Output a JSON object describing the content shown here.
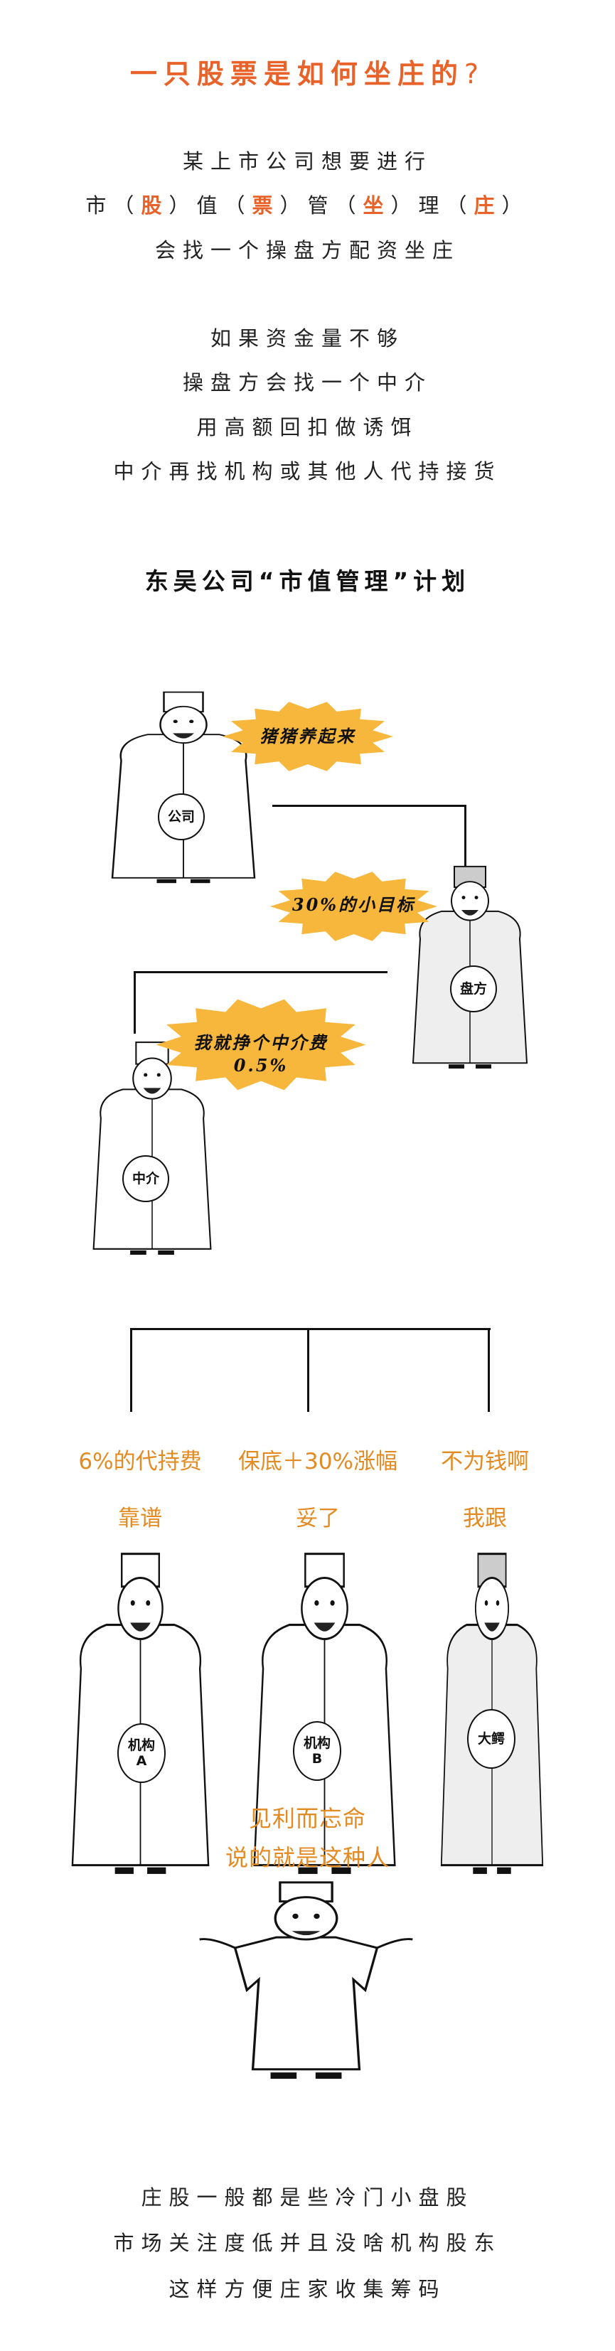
{
  "title": {
    "main": "一只股票是如何坐庄的",
    "mark": "?"
  },
  "intro": {
    "line1": "某上市公司想要进行",
    "line2": [
      {
        "text": "市（",
        "hl": false
      },
      {
        "text": "股",
        "hl": true
      },
      {
        "text": "）值（",
        "hl": false
      },
      {
        "text": "票",
        "hl": true
      },
      {
        "text": "）管（",
        "hl": false
      },
      {
        "text": "坐",
        "hl": true
      },
      {
        "text": "）理（",
        "hl": false
      },
      {
        "text": "庄",
        "hl": true
      },
      {
        "text": "）",
        "hl": false
      }
    ],
    "line3": "会找一个操盘方配资坐庄"
  },
  "para2": [
    "如果资金量不够",
    "操盘方会找一个中介",
    "用高额回扣做诱饵",
    "中介再找机构或其他人代持接货"
  ],
  "section_heading": "东吴公司“市值管理”计划",
  "chain": {
    "company": {
      "badge": "公司",
      "speech": "猪猪养起来"
    },
    "operator": {
      "badge": "盘方",
      "speech": "30%的小目标"
    },
    "broker": {
      "badge": "中介",
      "speech_line1": "我就挣个中介费",
      "speech_line2": "0.5%"
    }
  },
  "holders": [
    {
      "label_line1": "6%的代持费",
      "label_line2": "靠谱",
      "badge_line1": "机构",
      "badge_line2": "A"
    },
    {
      "label_line1": "保底＋30%涨幅",
      "label_line2": "妥了",
      "badge_line1": "机构",
      "badge_line2": "B"
    },
    {
      "label_line1": "不为钱啊",
      "label_line2": "我跟",
      "badge_line1": "大鳄",
      "badge_line2": ""
    }
  ],
  "greed": {
    "line1": "见利而忘命",
    "line2": "说的就是这种人"
  },
  "conclusion": [
    "庄股一般都是些冷门小盘股",
    "市场关注度低并且没啥机构股东",
    "这样方便庄家收集筹码"
  ],
  "colors": {
    "accent": "#e8622a",
    "label_orange": "#e38b22",
    "bubble_yellow": "#f6b73c"
  }
}
